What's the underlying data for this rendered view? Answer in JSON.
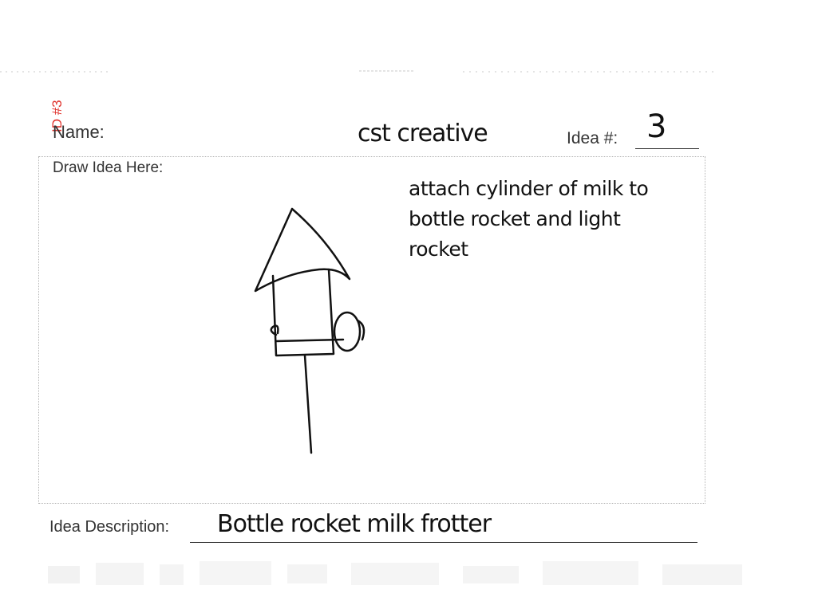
{
  "form": {
    "id_stamp": "ID #3",
    "name_label": "Name:",
    "name_value": "cst creative",
    "idea_number_label": "Idea #:",
    "idea_number_value": "3",
    "draw_label": "Draw Idea Here:",
    "description_label": "Idea Description:",
    "description_value": "Bottle rocket milk frotter"
  },
  "drawing": {
    "note_text": "attach cylinder of milk to bottle rocket and light rocket",
    "sketch_icon": "birdhouse-rocket-sketch-icon"
  },
  "colors": {
    "stamp": "#e0302a",
    "ink": "#111111",
    "print": "#333333"
  }
}
